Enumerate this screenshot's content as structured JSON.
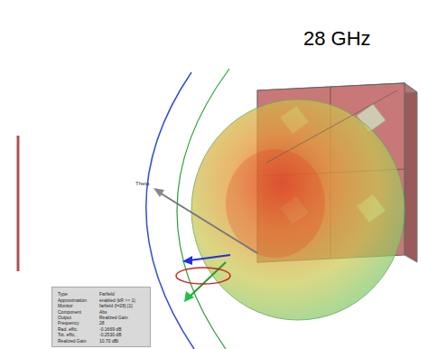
{
  "diagram": {
    "title": "28 GHz",
    "nodes": [
      {
        "text": [
          "Type",
          "Farfield",
          "Approximation",
          "enabled (kR >> 1)",
          "Monitor",
          "farfield (f=28) [1]",
          "Component",
          "Abs",
          "Output",
          "Realized Gain",
          "Frequency",
          "28",
          "Rad. effic.",
          "-0.1669 dB",
          "Tot. effic.",
          "-0.2530 dB",
          "Realized Gain",
          "10.70 dBi"
        ]
      }
    ],
    "labels": [
      "Theta"
    ]
  }
}
